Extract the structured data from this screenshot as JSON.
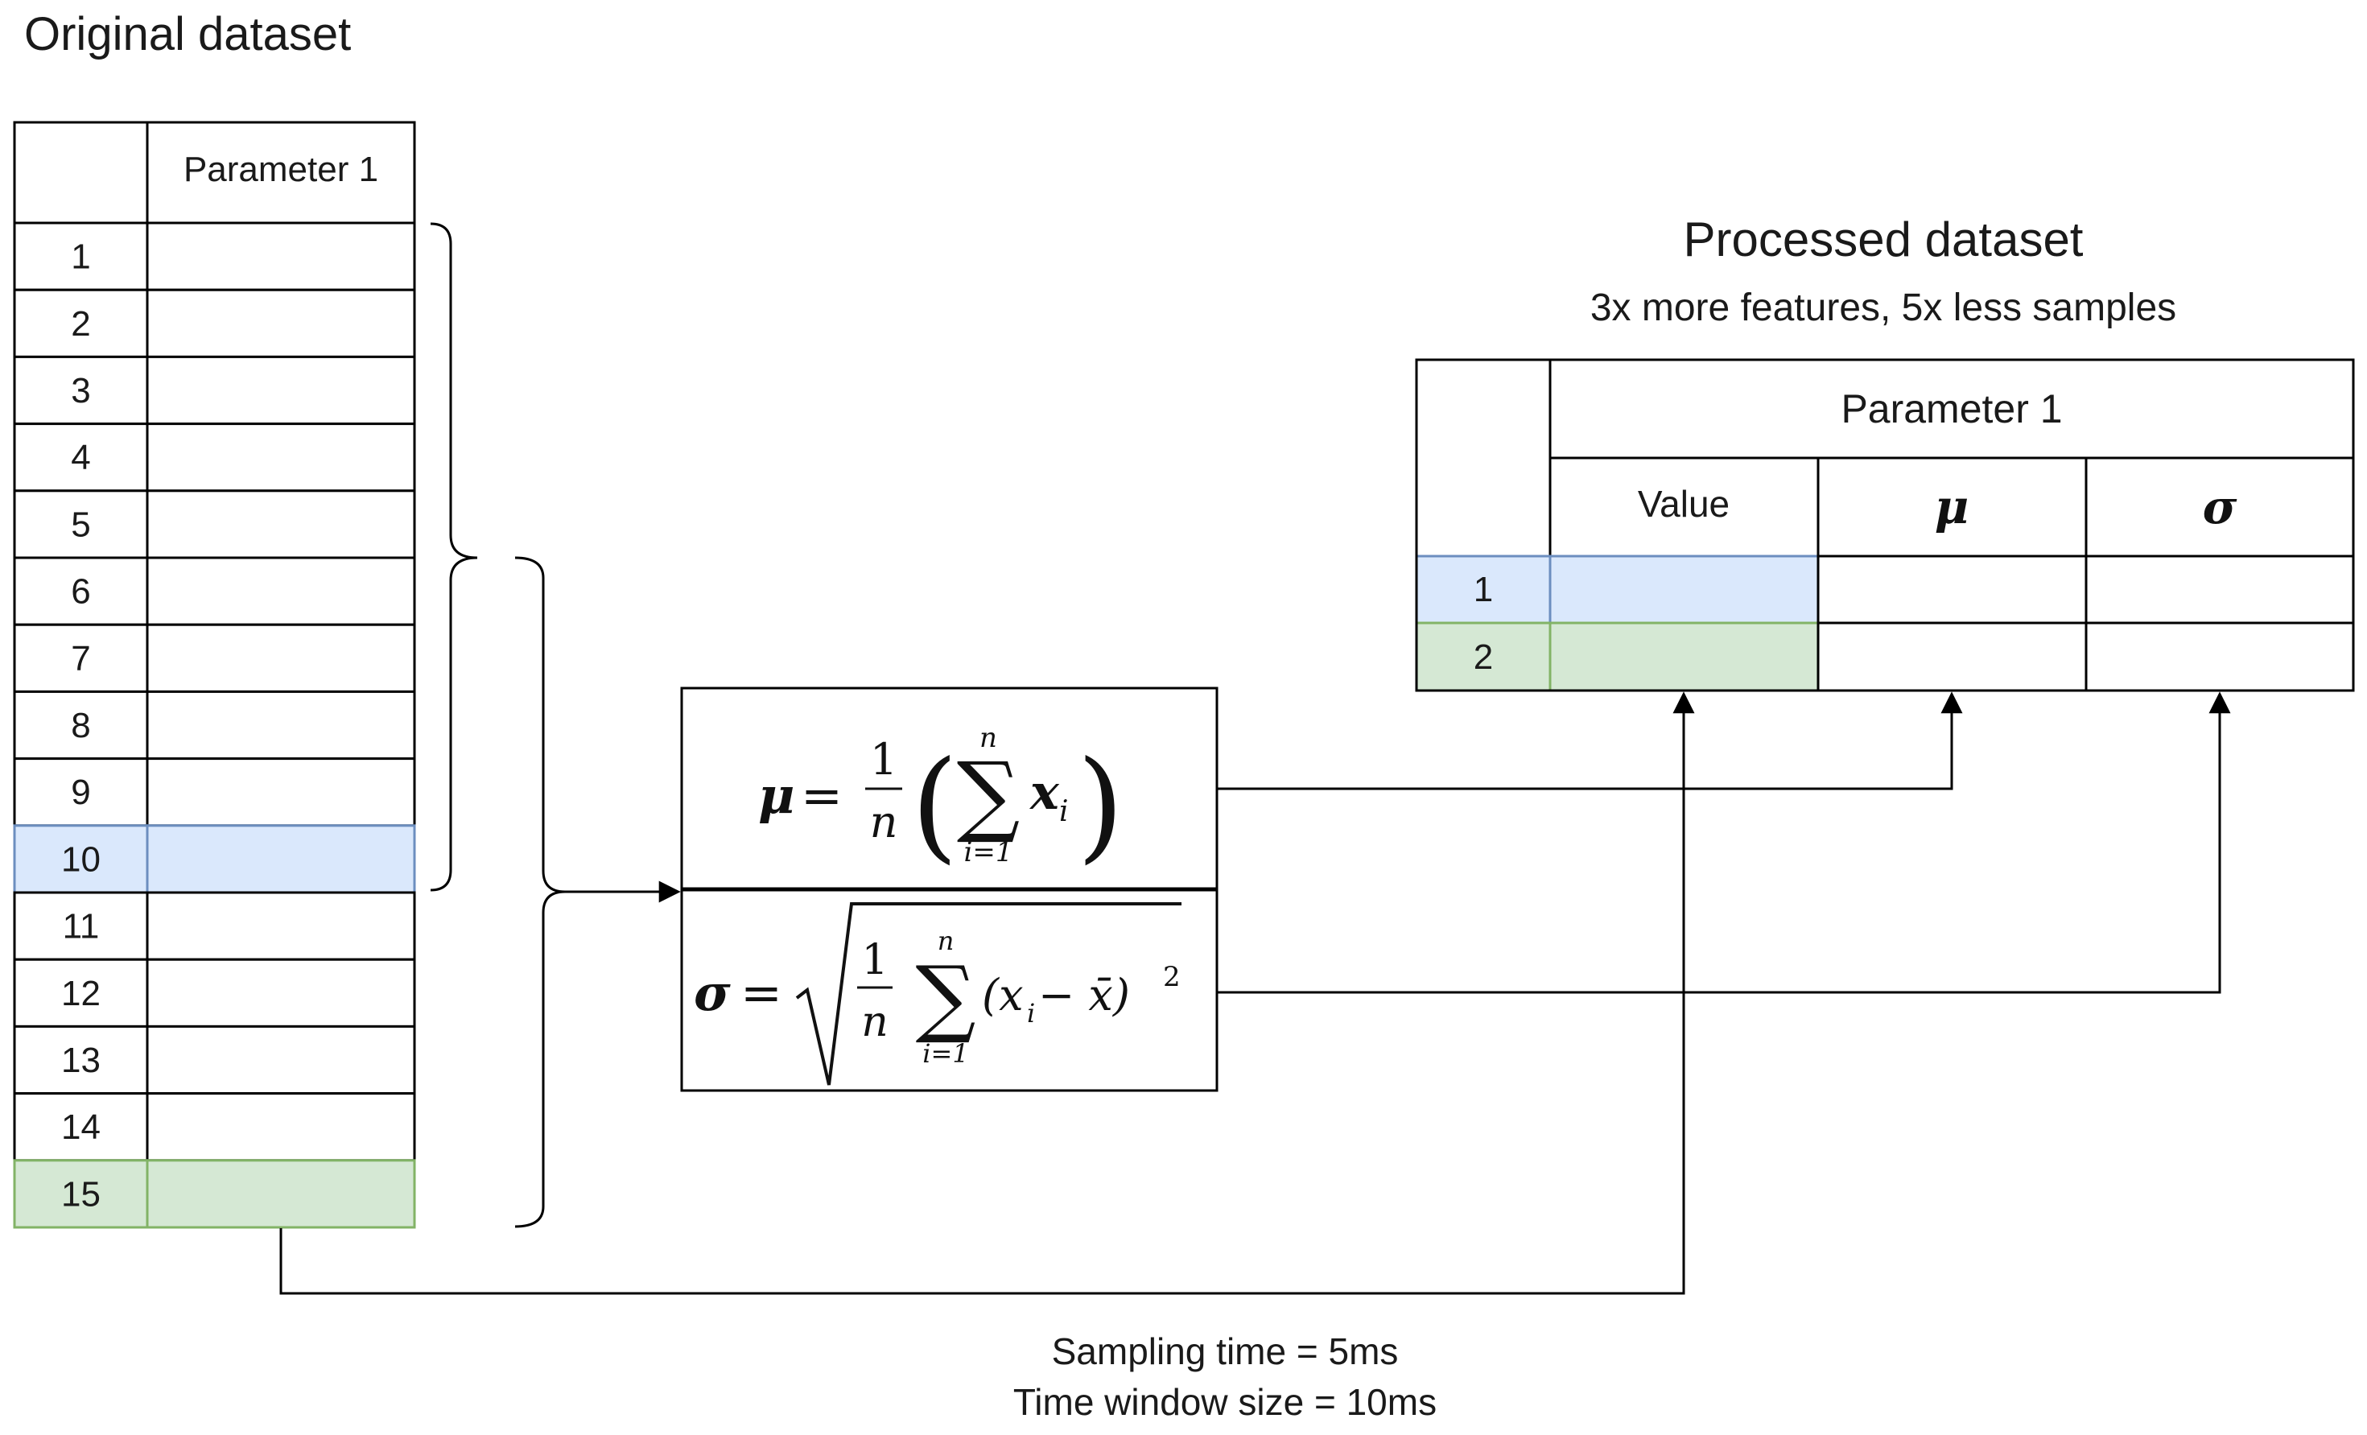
{
  "original": {
    "title": "Original dataset",
    "header": "Parameter 1",
    "rows": [
      "1",
      "2",
      "3",
      "4",
      "5",
      "6",
      "7",
      "8",
      "9",
      "10",
      "11",
      "12",
      "13",
      "14",
      "15"
    ]
  },
  "processed": {
    "title": "Processed dataset",
    "subtitle": "3x more features, 5x less samples",
    "group_header": "Parameter 1",
    "columns": [
      "Value",
      "μ",
      "σ"
    ],
    "rows": [
      "1",
      "2"
    ]
  },
  "formulas": {
    "mean_lhs": "μ",
    "mean_frac_num": "1",
    "mean_frac_den": "n",
    "mean_sum_top": "n",
    "mean_sum_bottom": "i=1",
    "mean_term": "x",
    "mean_term_sub": "i",
    "std_lhs": "σ",
    "std_frac_num": "1",
    "std_frac_den": "n",
    "std_sum_top": "n",
    "std_sum_bottom": "i=1",
    "std_term": "(x",
    "std_term_sub": "i",
    "std_term_rest": " − x̄)",
    "std_power": "2"
  },
  "notes": {
    "sampling": "Sampling time = 5ms",
    "window": "Time window size = 10ms"
  },
  "colors": {
    "blue_fill": "#dae8fc",
    "blue_stroke": "#6c8ebf",
    "green_fill": "#d5e8d4",
    "green_stroke": "#82b366",
    "line": "#000000"
  }
}
